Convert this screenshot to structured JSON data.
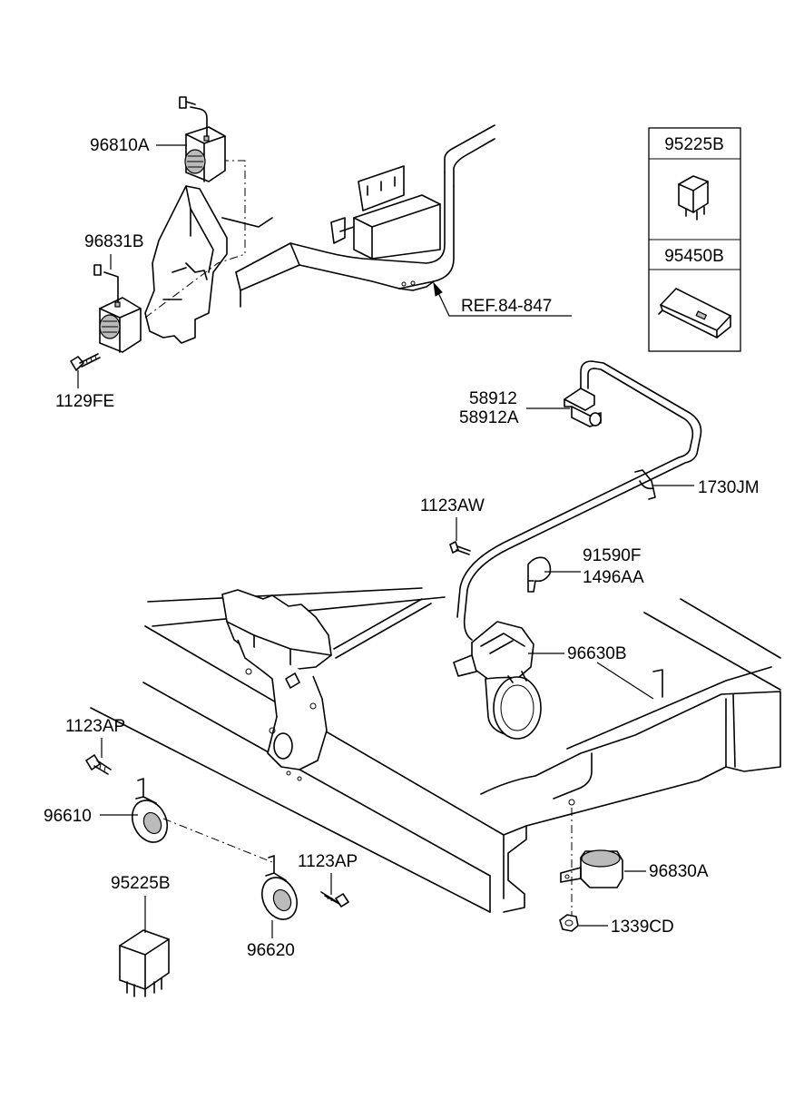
{
  "labels": {
    "p96810A": "96810A",
    "p96831B": "96831B",
    "p1129FE": "1129FE",
    "ref": "REF.84-847",
    "box_top": "95225B",
    "box_bottom": "95450B",
    "p58912": "58912",
    "p58912A": "58912A",
    "p1730JM": "1730JM",
    "p1123AW": "1123AW",
    "p91590F": "91590F",
    "p1496AA": "1496AA",
    "p96630B": "96630B",
    "p1123AP_a": "1123AP",
    "p96610": "96610",
    "p1123AP_b": "1123AP",
    "p95225B": "95225B",
    "p96620": "96620",
    "p96830A": "96830A",
    "p1339CD": "1339CD"
  }
}
